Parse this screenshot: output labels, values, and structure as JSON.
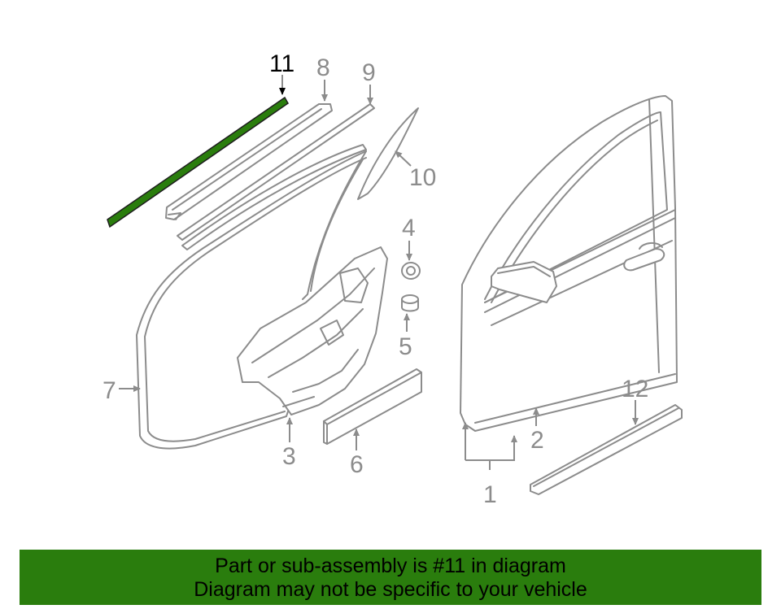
{
  "diagram": {
    "highlight_part": "11",
    "highlight_color": "#2a7d0d",
    "line_color": "#8c8c8c",
    "labels": {
      "p1": "1",
      "p2": "2",
      "p3": "3",
      "p4": "4",
      "p5": "5",
      "p6": "6",
      "p7": "7",
      "p8": "8",
      "p9": "9",
      "p10": "10",
      "p11": "11",
      "p12": "12"
    }
  },
  "banner": {
    "line1": "Part or sub-assembly is #11 in diagram",
    "line2": "Diagram may not be specific to your vehicle",
    "background": "#2a7d0d"
  }
}
